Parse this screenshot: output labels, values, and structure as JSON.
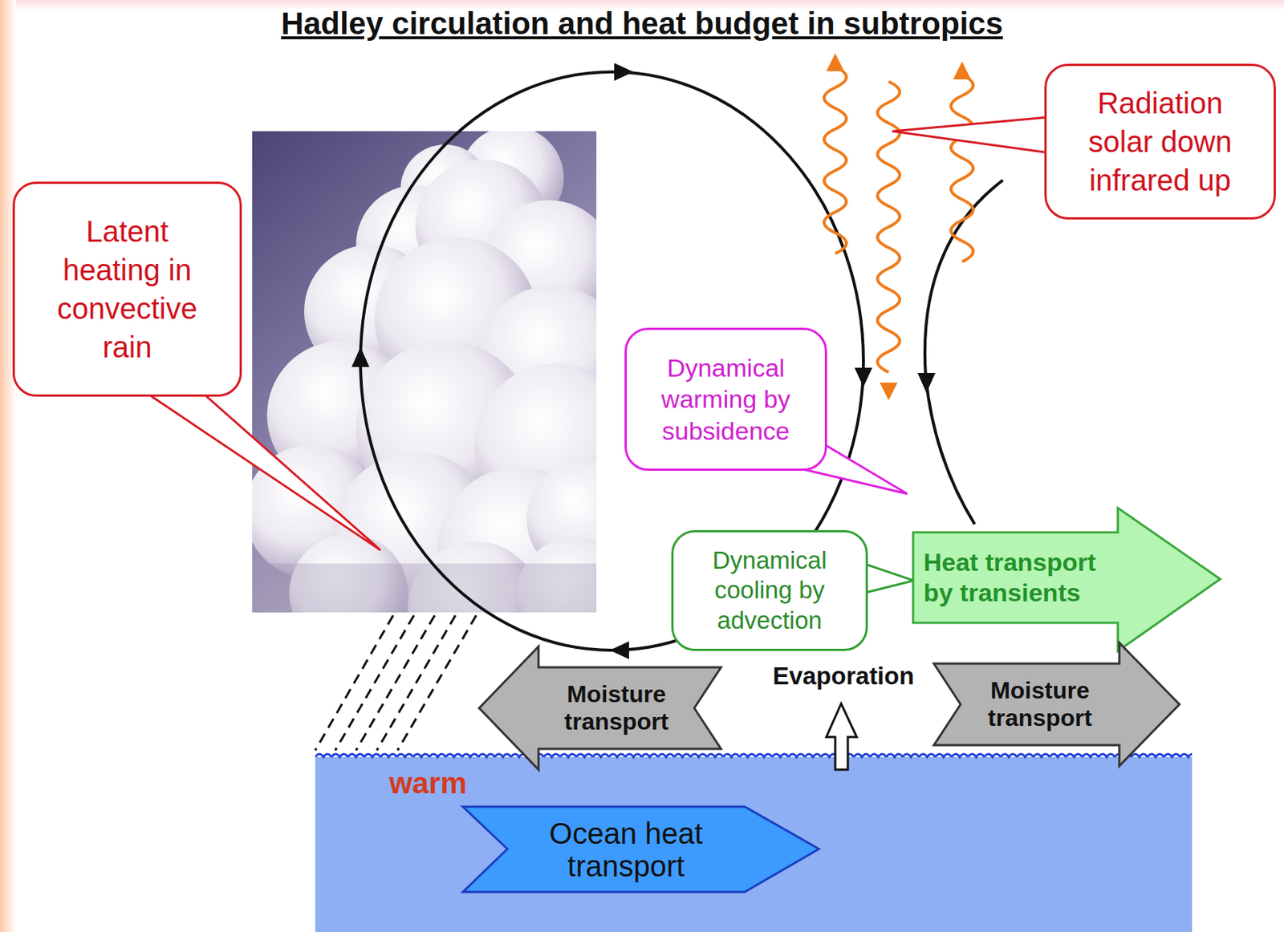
{
  "diagram": {
    "title": "Hadley circulation and heat budget in subtropics",
    "nodes": [
      {
        "text": [
          "Radiation solar down infrared up"
        ]
      },
      {
        "text": [
          "Latent heating in convective rain"
        ]
      },
      {
        "text": [
          "Dynamical warming by subsidence"
        ]
      },
      {
        "text": [
          "Dynamical cooling by advection"
        ]
      },
      {
        "text": [
          "Heat transport by transients"
        ]
      },
      {
        "text": [
          "Moisture transport"
        ]
      },
      {
        "text": [
          "Moisture transport"
        ]
      },
      {
        "text": [
          "Ocean heat transport"
        ]
      }
    ],
    "labels": [
      "Evaporation",
      "warm"
    ]
  }
}
